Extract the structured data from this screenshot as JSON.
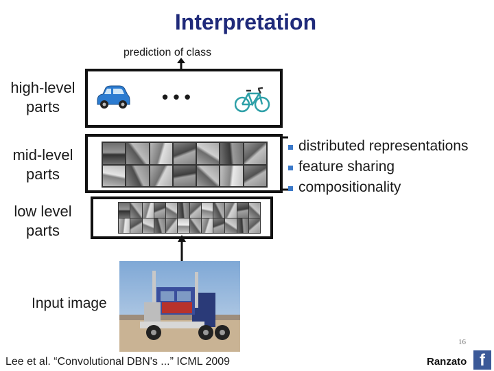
{
  "title": "Interpretation",
  "prediction_label": "prediction of class",
  "labels": {
    "high": [
      "high-level",
      "parts"
    ],
    "mid": [
      "mid-level",
      "parts"
    ],
    "low": [
      "low level",
      "parts"
    ],
    "input": "Input image"
  },
  "ellipsis": "• • •",
  "bullets": [
    "distributed representations",
    "feature sharing",
    "compositionality"
  ],
  "page_number": "16",
  "citation": "Lee et al. “Convolutional DBN's ...” ICML 2009",
  "author": "Ranzato",
  "facebook_glyph": "f",
  "colors": {
    "title": "#1f2a7a",
    "bullet": "#3a78c8",
    "facebook": "#3b5998"
  }
}
